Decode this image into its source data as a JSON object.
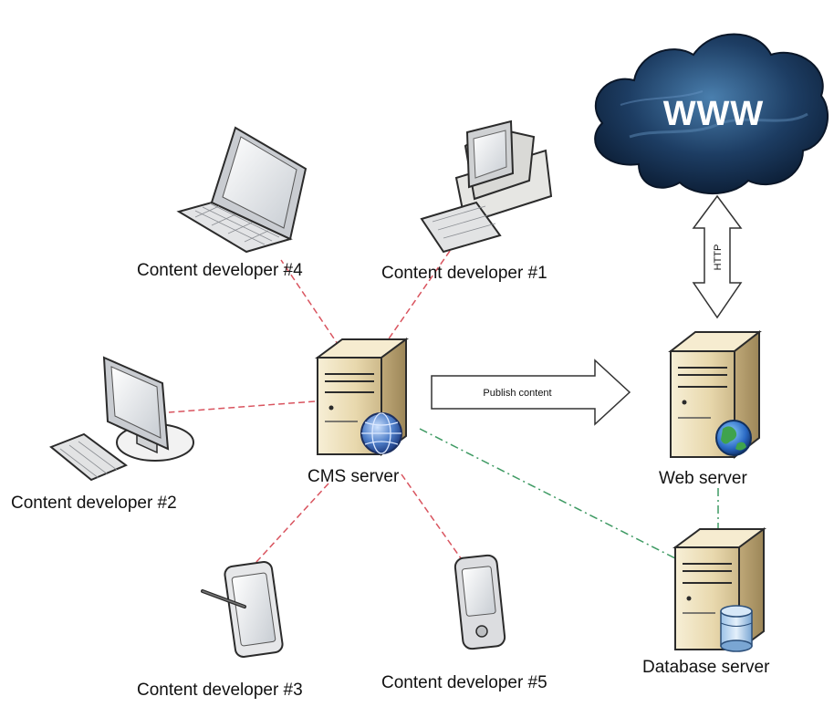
{
  "cloud": {
    "label": "WWW"
  },
  "arrows": {
    "http": "HTTP",
    "publish": "Publish content"
  },
  "nodes": {
    "dev1": "Content developer #1",
    "dev2": "Content developer #2",
    "dev3": "Content developer #3",
    "dev4": "Content developer #4",
    "dev5": "Content developer #5",
    "cms": "CMS server",
    "web": "Web server",
    "db": "Database server"
  },
  "colors": {
    "dev_link": "#d9545f",
    "server_link": "#3e9a63",
    "cloud_dark": "#0e2440",
    "cloud_light": "#3a6b96",
    "server_body": "#efe2bf"
  }
}
